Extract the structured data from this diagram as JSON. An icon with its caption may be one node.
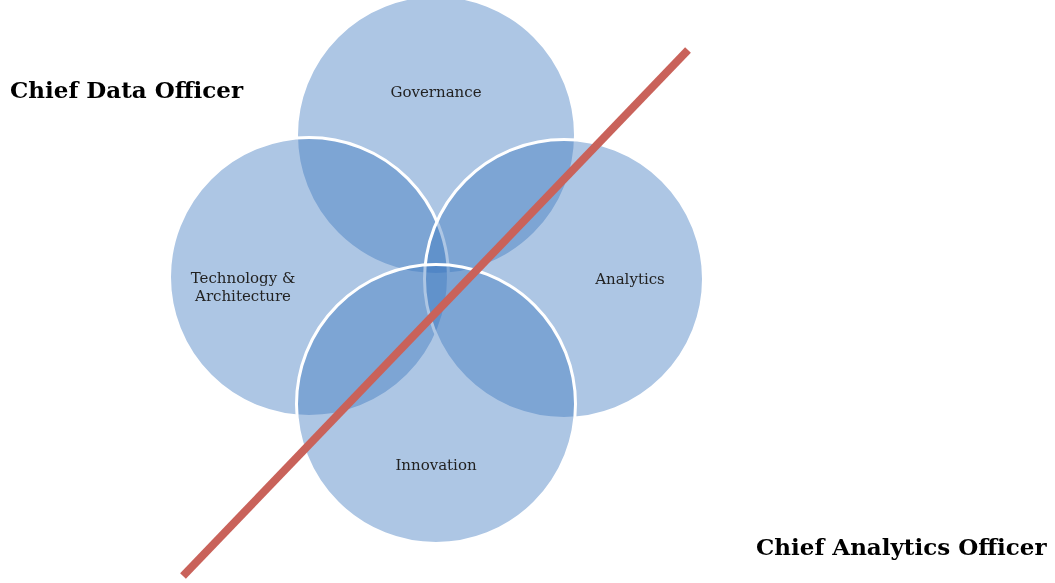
{
  "diagram": {
    "nodes": [
      {
        "text": [
          "Governance"
        ]
      },
      {
        "text": [
          "Technology & Architecture"
        ]
      },
      {
        "text": [
          "Analytics"
        ]
      },
      {
        "text": [
          "Innovation"
        ]
      }
    ],
    "labels": [
      "Chief Data Officer",
      "Chief Analytics Officer"
    ]
  }
}
